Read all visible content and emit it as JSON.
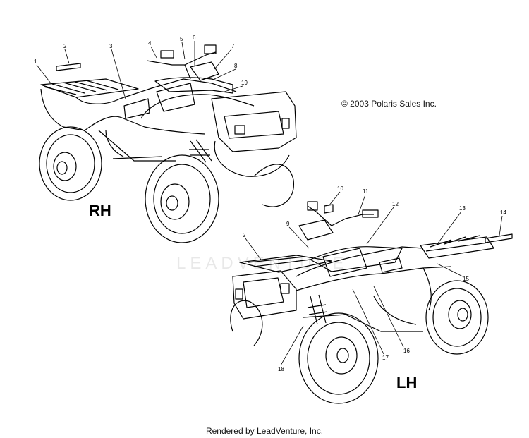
{
  "copyright": "© 2003 Polaris Sales Inc.",
  "footer": "Rendered by LeadVenture, Inc.",
  "views": {
    "rh": "RH",
    "lh": "LH"
  },
  "watermark": "LEADVENTURE",
  "callouts": {
    "c1": "1",
    "c2": "2",
    "c3": "3",
    "c4": "4",
    "c5": "5",
    "c6": "6",
    "c7": "7",
    "c8": "8",
    "c19": "19",
    "c10": "10",
    "c11": "11",
    "c12": "12",
    "c13": "13",
    "c14": "14",
    "c9": "9",
    "c2b": "2",
    "c15": "15",
    "c16": "16",
    "c17": "17",
    "c18": "18"
  }
}
